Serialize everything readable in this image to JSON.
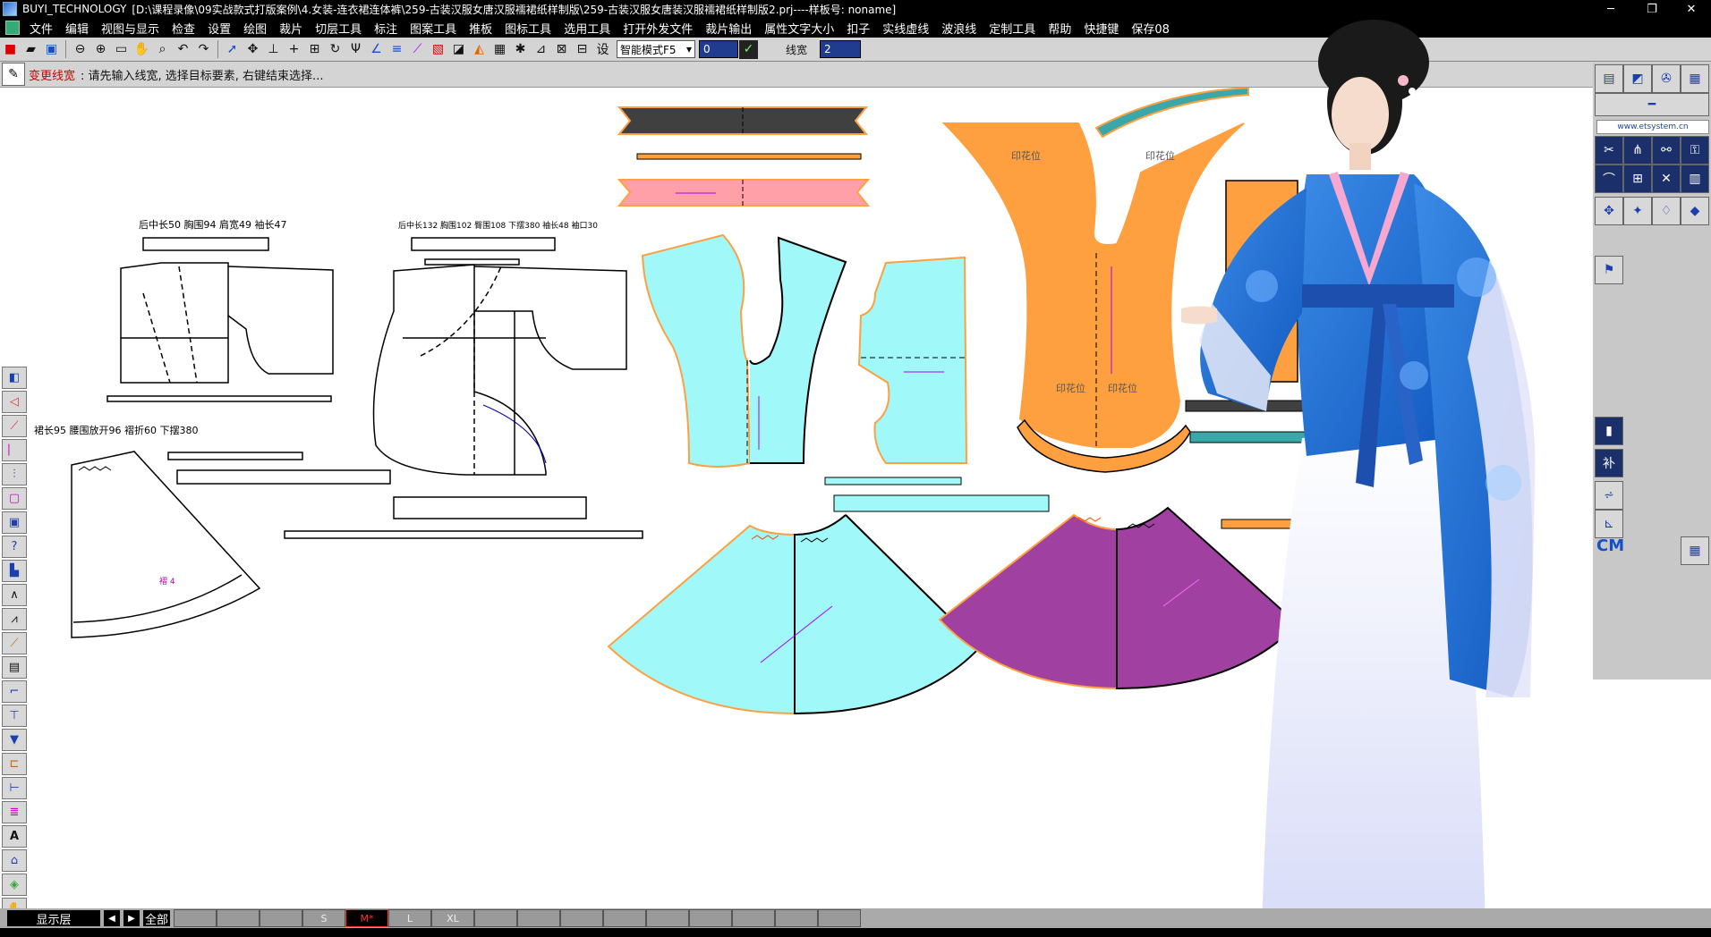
{
  "window": {
    "app_name": "BUYI_TECHNOLOGY",
    "path": "[D:\\课程录像\\09实战款式打版案例\\4.女装-连衣裙连体裤\\259-古装汉服女唐汉服襦裙纸样制版\\259-古装汉服女唐装汉服襦裙纸样制版2.prj----样板号: noname]",
    "minimize": "─",
    "restore": "❐",
    "close": "✕"
  },
  "menu": [
    "文件",
    "编辑",
    "视图与显示",
    "检查",
    "设置",
    "绘图",
    "裁片",
    "切层工具",
    "标注",
    "图案工具",
    "推板",
    "图标工具",
    "选用工具",
    "打开外发文件",
    "裁片输出",
    "属性文字大小",
    "扣子",
    "实线虚线",
    "波浪线",
    "定制工具",
    "帮助",
    "快捷键",
    "保存08"
  ],
  "toolbar": {
    "mode_select": "智能模式F5",
    "value_field": "0",
    "linewidth_label": "线宽",
    "linewidth_value": "2",
    "settings_glyph": "设"
  },
  "status": {
    "command": "变更线宽",
    "hint": ": 请先输入线宽, 选择目标要素, 右键结束选择..."
  },
  "drafts": {
    "top_measure": "后中长50  胸围94  肩宽49  袖长47",
    "top_measure_2": "后中长132  胸围102  臀围108  下摆380  袖长48  袖口30",
    "skirt_measure": "裙长95  腰围放开96  褶折60  下摆380",
    "label_pattern": "印花位",
    "label_pleat": "褶 4"
  },
  "bottombar": {
    "layer_label": "显示层",
    "all_label": "全部",
    "sizes": [
      "",
      "",
      "",
      "S",
      "M*",
      "L",
      "XL",
      "",
      "",
      "",
      "",
      "",
      "",
      "",
      "",
      ""
    ]
  },
  "right_panel": {
    "website": "www.etsystem.cn",
    "cm_label": "CM",
    "tool_char": "补"
  },
  "colors": {
    "orange": "#ffa040",
    "cyan": "#a0f8f8",
    "pink": "#ffa0a8",
    "purple": "#a040a0",
    "teal": "#3aa8a8",
    "dark": "#404040"
  }
}
